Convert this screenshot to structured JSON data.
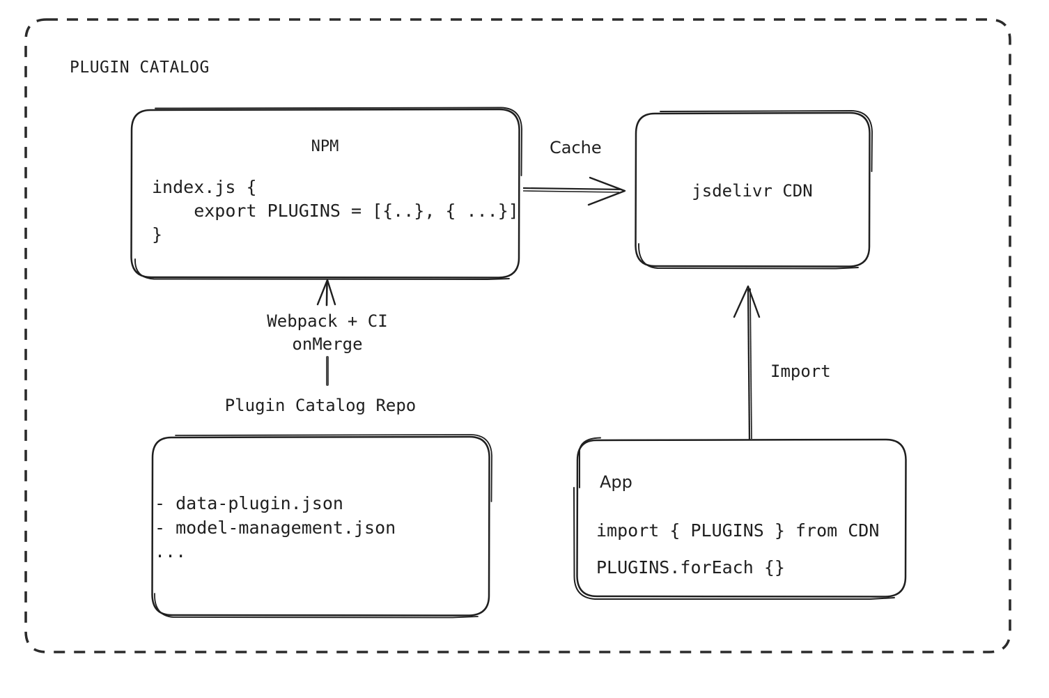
{
  "diagram": {
    "type": "architecture-flow",
    "container": {
      "title": "PLUGIN CATALOG",
      "border_style": "dashed",
      "border_color": "#2b2b2b"
    },
    "colors": {
      "stroke": "#1f1f1f",
      "background": "#ffffff",
      "text": "#1f1f1f"
    },
    "nodes": {
      "npm": {
        "title": "NPM",
        "code_lines": [
          "index.js {",
          "    export PLUGINS = [{..}, { ...}]",
          "}"
        ],
        "code_text": "index.js {\n    export PLUGINS = [{..}, { ...}]\n}"
      },
      "cdn": {
        "title": "jsdelivr CDN"
      },
      "repo": {
        "caption": "Plugin Catalog Repo",
        "file_lines": [
          "- data-plugin.json",
          "- model-management.json",
          "..."
        ],
        "files_text": "- data-plugin.json\n- model-management.json\n..."
      },
      "app": {
        "title": "App",
        "code_lines": [
          "import { PLUGINS } from CDN",
          "PLUGINS.forEach {}"
        ],
        "code_text": "import { PLUGINS } from CDN\nPLUGINS.forEach {}"
      }
    },
    "edges": {
      "npm_to_cdn": {
        "label": "Cache",
        "from": "npm",
        "to": "cdn",
        "direction": "right"
      },
      "repo_to_npm": {
        "label": "Webpack + CI\nonMerge",
        "label_line1": "Webpack + CI",
        "label_line2": "onMerge",
        "from": "repo",
        "to": "npm",
        "direction": "up"
      },
      "app_to_cdn": {
        "label": "Import",
        "from": "app",
        "to": "cdn",
        "direction": "up"
      }
    }
  }
}
